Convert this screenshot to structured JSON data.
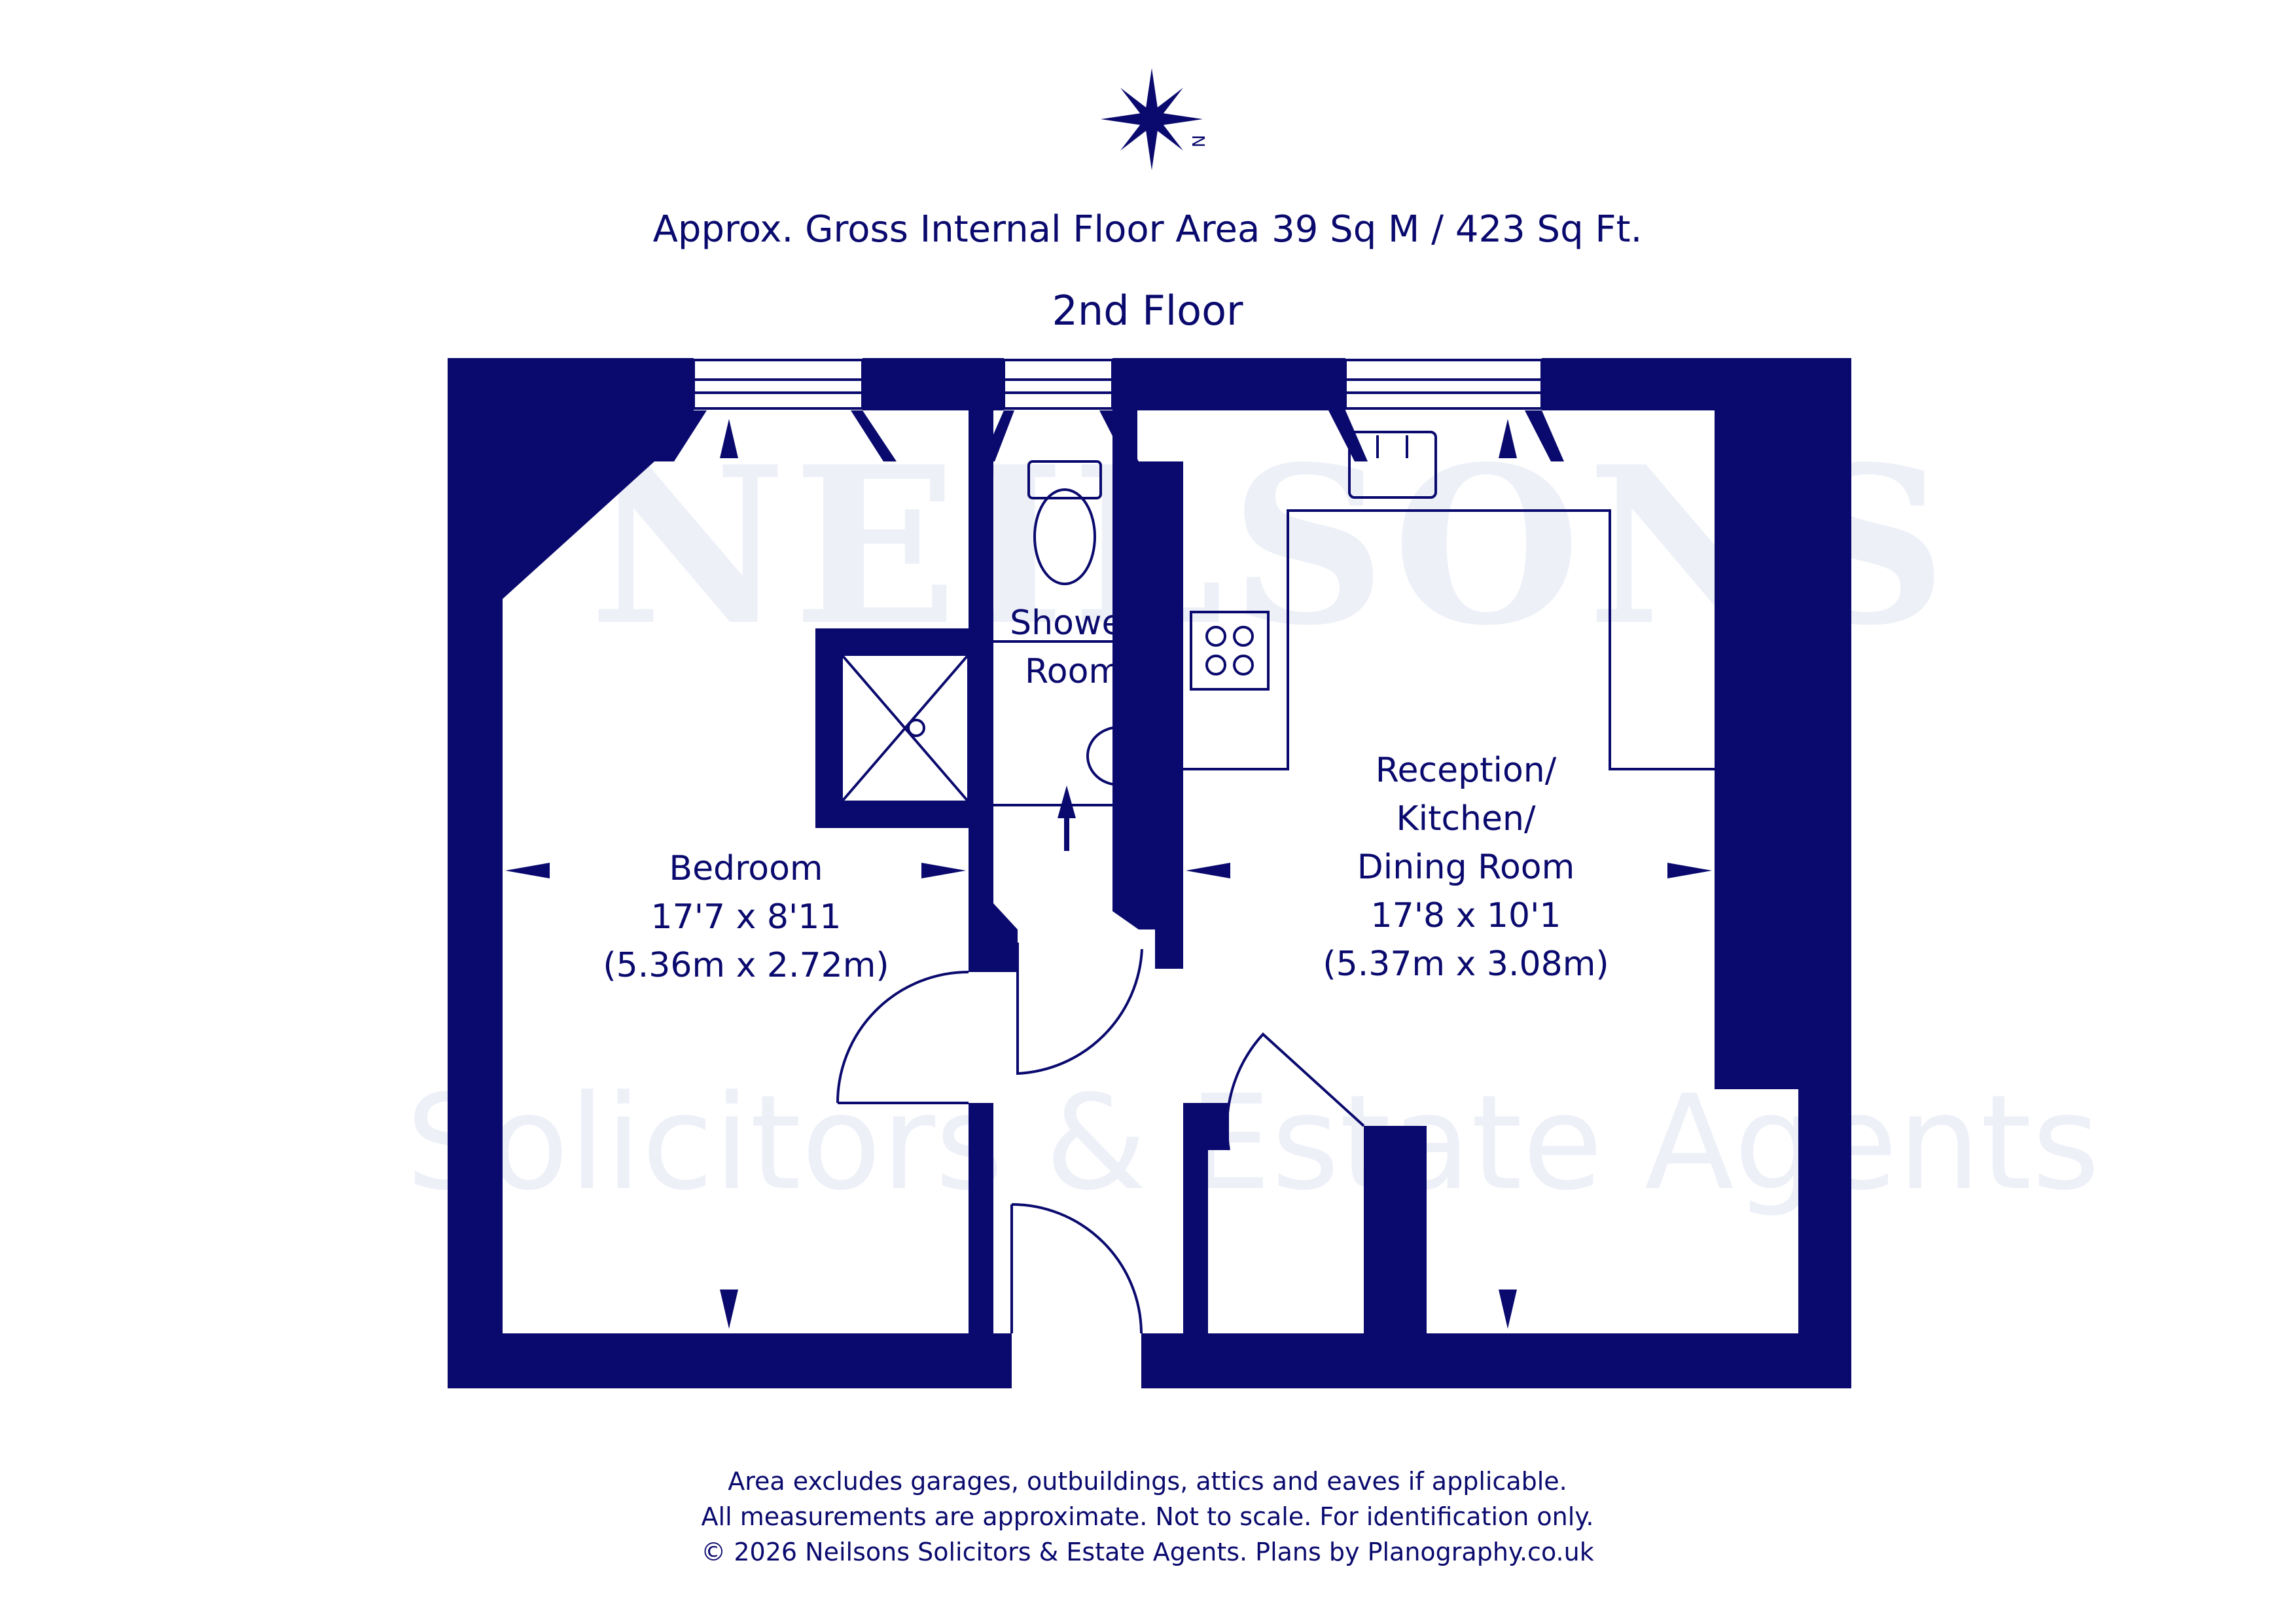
{
  "header": {
    "area": "Approx. Gross Internal Floor Area 39 Sq M / 423 Sq Ft.",
    "floor": "2nd Floor"
  },
  "compass": {
    "label": "N"
  },
  "watermark": {
    "brand": "NEILSONS",
    "tagline": "Solicitors & Estate Agents"
  },
  "rooms": {
    "bedroom": {
      "name": "Bedroom",
      "imperial": "17'7 x 8'11",
      "metric": "(5.36m x 2.72m)"
    },
    "shower_room": {
      "line1": "Shower",
      "line2": "Room"
    },
    "reception": {
      "line1": "Reception/",
      "line2": "Kitchen/",
      "line3": "Dining Room",
      "imperial": "17'8 x 10'1",
      "metric": "(5.37m x 3.08m)"
    }
  },
  "footer": {
    "line1": "Area excludes garages, outbuildings, attics and eaves if applicable.",
    "line2": "All measurements are approximate. Not to scale. For identification only.",
    "line3": "© 2026 Neilsons Solicitors & Estate Agents. Plans by Planography.co.uk"
  },
  "colors": {
    "wall": "#0a0a6e",
    "background": "#ffffff",
    "watermark": "#eef0f8"
  }
}
